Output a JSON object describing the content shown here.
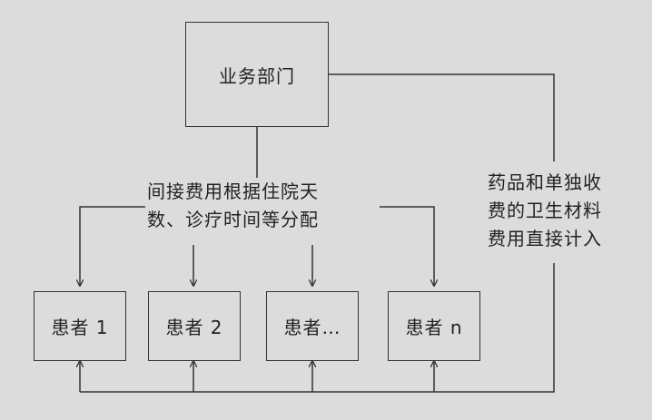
{
  "top_box": {
    "label": "业务部门"
  },
  "indirect_label": {
    "line1": "间接费用根据住院天",
    "line2": "数、诊疗时间等分配"
  },
  "direct_label": {
    "line1": "药品和单独收",
    "line2": "费的卫生材料",
    "line3": "费用直接计入"
  },
  "patients": [
    {
      "label": "患者 1"
    },
    {
      "label": "患者 2"
    },
    {
      "label": "患者…"
    },
    {
      "label": "患者 n"
    }
  ],
  "colors": {
    "background": "#dcdcdc",
    "line": "#333333",
    "text": "#222222"
  }
}
